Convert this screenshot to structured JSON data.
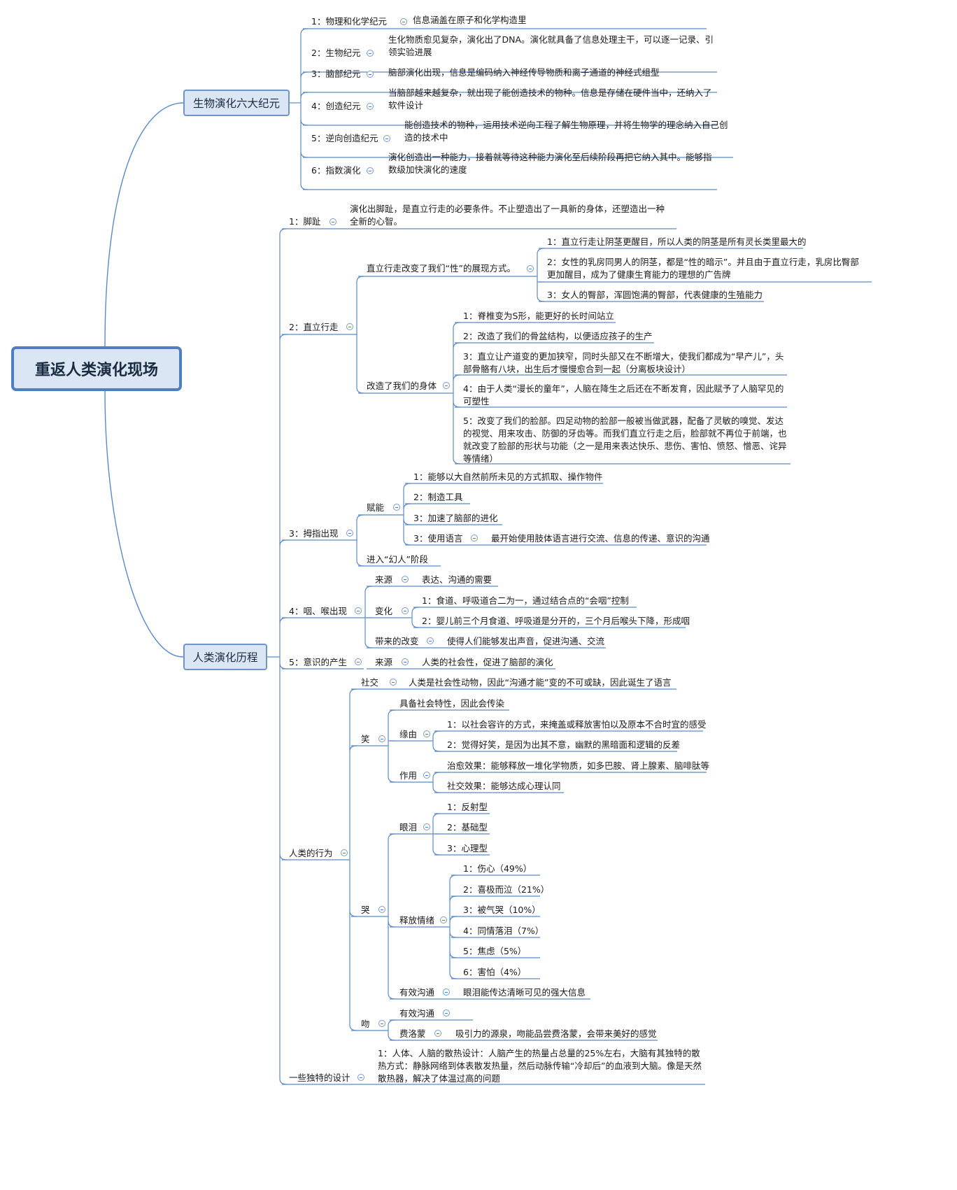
{
  "root": {
    "label": "重返人类演化现场"
  },
  "branches": [
    {
      "label": "生物演化六大纪元",
      "children": [
        {
          "label": "1：物理和化学纪元",
          "note": "信息涵盖在原子和化学构造里"
        },
        {
          "label": "2：生物纪元",
          "note": "生化物质愈见复杂，演化出了DNA。演化就具备了信息处理主干，可以逐一记录、引领实验进展"
        },
        {
          "label": "3：脑部纪元",
          "note": "脑部演化出现，信息是编码纳入神经传导物质和离子通道的神经式组型"
        },
        {
          "label": "4：创造纪元",
          "note": "当脑部越来越复杂，就出现了能创造技术的物种。信息是存储在硬件当中，还纳入了软件设计"
        },
        {
          "label": "5：逆向创造纪元",
          "note": "能创造技术的物种，运用技术逆向工程了解生物原理，并将生物学的理念纳入自己创造的技术中"
        },
        {
          "label": "6：指数演化",
          "note": "演化创造出一种能力，接着就等待这种能力演化至后续阶段再把它纳入其中。能够指数级加快演化的速度"
        }
      ]
    },
    {
      "label": "人类演化历程",
      "children": [
        {
          "label": "1：脚趾",
          "note": "演化出脚趾，是直立行走的必要条件。不止塑造出了一具新的身体，还塑造出一种全新的心智。"
        },
        {
          "label": "2：直立行走",
          "children": [
            {
              "label": "直立行走改变了我们“性”的展现方式。",
              "children": [
                {
                  "label": "1：直立行走让阴茎更醒目，所以人类的阴茎是所有灵长类里最大的"
                },
                {
                  "label": "2：女性的乳房同男人的阴茎，都是“性的暗示”。并且由于直立行走，乳房比臀部更加醒目，成为了健康生育能力的理想的广告牌"
                },
                {
                  "label": "3：女人的臀部，浑圆饱满的臀部，代表健康的生殖能力"
                }
              ]
            },
            {
              "label": "改造了我们的身体",
              "children": [
                {
                  "label": "1：脊椎变为S形，能更好的长时间站立"
                },
                {
                  "label": "2：改造了我们的骨盆结构，以便适应孩子的生产"
                },
                {
                  "label": "3：直立让产道变的更加狭窄，同时头部又在不断增大，使我们都成为“早产儿”，头部骨骼有八块，出生后才慢慢愈合到一起（分离板块设计）"
                },
                {
                  "label": "4：由于人类“漫长的童年”，人脑在降生之后还在不断发育，因此赋予了人脑罕见的可塑性"
                },
                {
                  "label": "5：改变了我们的脸部。四足动物的脸部一般被当做武器，配备了灵敏的嗅觉、发达的视觉、用来攻击、防御的牙齿等。而我们直立行走之后，脸部就不再位于前端，也就改变了脸部的形状与功能（之一是用来表达快乐、悲伤、害怕、愤怒、憎恶、诧异等情绪）"
                }
              ]
            }
          ]
        },
        {
          "label": "3：拇指出现",
          "children": [
            {
              "label": "赋能",
              "children": [
                {
                  "label": "1：能够以大自然前所未见的方式抓取、操作物件"
                },
                {
                  "label": "2：制造工具"
                },
                {
                  "label": "3：加速了脑部的进化"
                },
                {
                  "label": "3：使用语言",
                  "note": "最开始使用肢体语言进行交流、信息的传递、意识的沟通"
                }
              ]
            },
            {
              "label": "进入“幻人”阶段"
            }
          ]
        },
        {
          "label": "4：咽、喉出现",
          "children": [
            {
              "label": "来源",
              "note": "表达、沟通的需要"
            },
            {
              "label": "变化",
              "children": [
                {
                  "label": "1：食道、呼吸道合二为一，通过结合点的“会咽”控制"
                },
                {
                  "label": "2：婴儿前三个月食道、呼吸道是分开的，三个月后喉头下降，形成咽"
                }
              ]
            },
            {
              "label": "带来的改变",
              "note": "使得人们能够发出声音，促进沟通、交流"
            }
          ]
        },
        {
          "label": "5：意识的产生",
          "children": [
            {
              "label": "来源",
              "note": "人类的社会性，促进了脑部的演化"
            }
          ]
        },
        {
          "label": "人类的行为",
          "children": [
            {
              "label": "社交",
              "note": "人类是社会性动物，因此“沟通才能”变的不可或缺，因此诞生了语言"
            },
            {
              "label": "笑",
              "children": [
                {
                  "label": "具备社会特性，因此会传染"
                },
                {
                  "label": "缘由",
                  "children": [
                    {
                      "label": "1：以社会容许的方式，来掩盖或释放害怕以及原本不合时宜的感受"
                    },
                    {
                      "label": "2：觉得好笑，是因为出其不意，幽默的黑暗面和逻辑的反差"
                    }
                  ]
                },
                {
                  "label": "作用",
                  "children": [
                    {
                      "label": "治愈效果：能够释放一堆化学物质，如多巴胺、肾上腺素、脑啡肽等"
                    },
                    {
                      "label": "社交效果：能够达成心理认同"
                    }
                  ]
                }
              ]
            },
            {
              "label": "哭",
              "children": [
                {
                  "label": "眼泪",
                  "children": [
                    {
                      "label": "1：反射型"
                    },
                    {
                      "label": "2：基础型"
                    },
                    {
                      "label": "3：心理型"
                    }
                  ]
                },
                {
                  "label": "释放情绪",
                  "children": [
                    {
                      "label": "1：伤心（49%）"
                    },
                    {
                      "label": "2：喜极而泣（21%）"
                    },
                    {
                      "label": "3：被气哭（10%）"
                    },
                    {
                      "label": "4：同情落泪（7%）"
                    },
                    {
                      "label": "5：焦虑（5%）"
                    },
                    {
                      "label": "6：害怕（4%）"
                    }
                  ]
                },
                {
                  "label": "有效沟通",
                  "note": "眼泪能传达清晰可见的强大信息"
                }
              ]
            },
            {
              "label": "吻",
              "children": [
                {
                  "label": "有效沟通"
                },
                {
                  "label": "费洛蒙",
                  "note": "吸引力的源泉，吻能品尝费洛蒙，会带来美好的感觉"
                }
              ]
            }
          ]
        },
        {
          "label": "一些独特的设计",
          "note": "1：人体、人脑的散热设计：人脑产生的热量占总量的25%左右，大脑有其独特的散热方式：静脉网络到体表散发热量，然后动脉传输“冷却后”的血液到大脑。像是天然散热器，解决了体温过高的问题"
        }
      ]
    }
  ]
}
